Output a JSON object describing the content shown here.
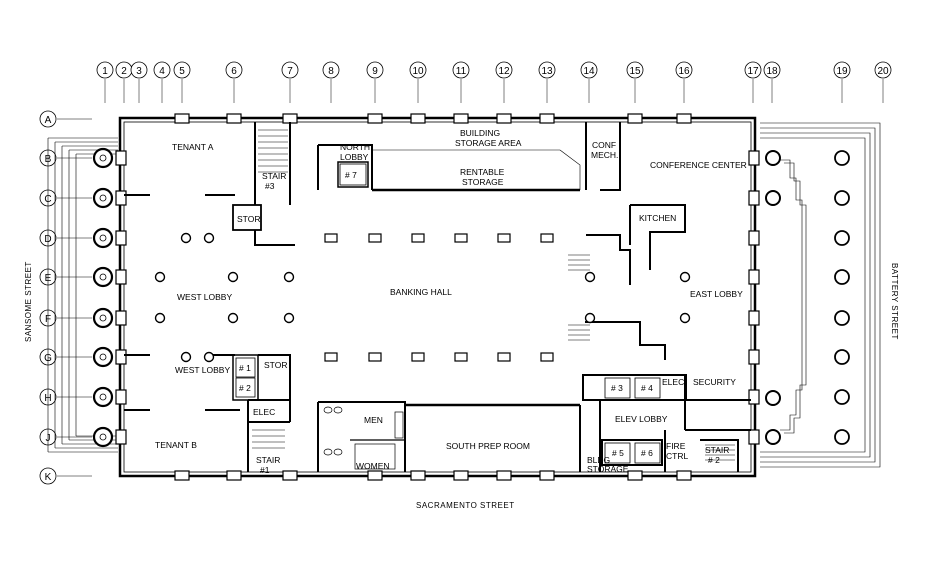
{
  "grid": {
    "columns": [
      "1",
      "2",
      "3",
      "4",
      "5",
      "6",
      "7",
      "8",
      "9",
      "10",
      "11",
      "12",
      "13",
      "14",
      "15",
      "16",
      "17",
      "18",
      "19",
      "20"
    ],
    "rows": [
      "A",
      "B",
      "C",
      "D",
      "E",
      "F",
      "G",
      "H",
      "J",
      "K"
    ]
  },
  "streets": {
    "west": "SANSOME STREET",
    "east": "BATTERY STREET",
    "south": "SACRAMENTO STREET"
  },
  "rooms": {
    "tenant_a": "TENANT A",
    "stair_3": "STAIR",
    "stair_3_num": "#3",
    "north_lobby_1": "NORTH",
    "north_lobby_2": "LOBBY",
    "elev_7": "# 7",
    "building_storage_1": "BUILDING",
    "building_storage_2": "STORAGE AREA",
    "rentable_storage_1": "RENTABLE",
    "rentable_storage_2": "STORAGE",
    "conf_mech_1": "CONF",
    "conf_mech_2": "MECH.",
    "conference_center": "CONFERENCE CENTER",
    "kitchen": "KITCHEN",
    "stor_north": "STOR",
    "west_lobby_upper": "WEST LOBBY",
    "banking_hall": "BANKING HALL",
    "east_lobby": "EAST LOBBY",
    "west_lobby_lower": "WEST LOBBY",
    "elev_1": "# 1",
    "elev_2": "# 2",
    "stor_south": "STOR",
    "elec_west": "ELEC",
    "men": "MEN",
    "women": "WOMEN",
    "tenant_b": "TENANT B",
    "stair_1": "STAIR",
    "stair_1_num": "#1",
    "south_prep_room": "SOUTH PREP ROOM",
    "elev_3": "# 3",
    "elev_4": "# 4",
    "elec_east": "ELEC",
    "security": "SECURITY",
    "elev_lobby": "ELEV LOBBY",
    "elev_5": "# 5",
    "elev_6": "# 6",
    "fire_ctrl_1": "FIRE",
    "fire_ctrl_2": "CTRL",
    "stair_2": "STAIR",
    "stair_2_num": "# 2",
    "bldg_storage_1": "BLDG",
    "bldg_storage_2": "STORAGE"
  }
}
